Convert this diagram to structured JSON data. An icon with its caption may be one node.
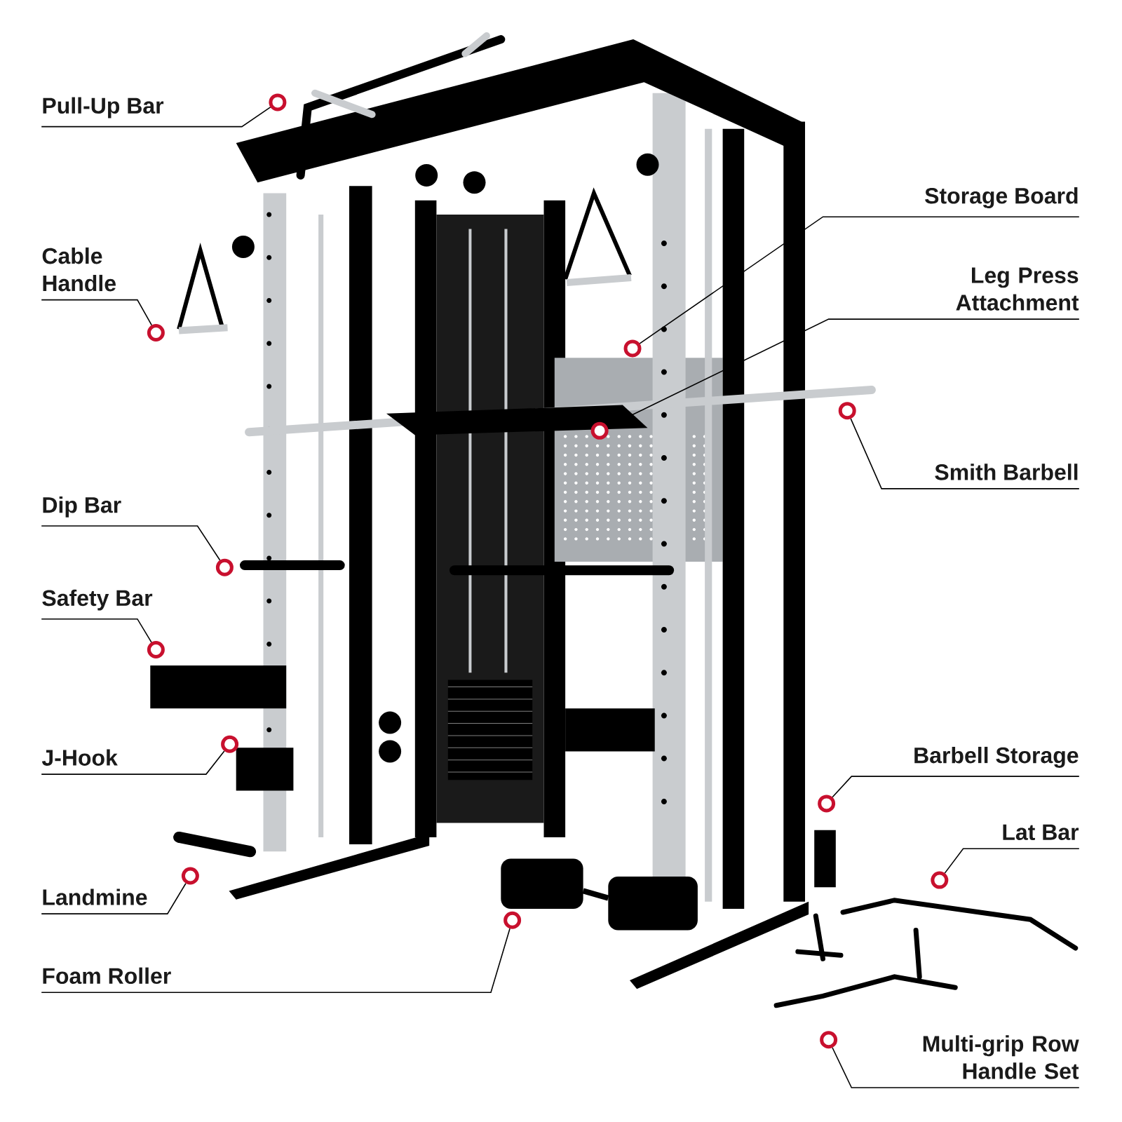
{
  "diagram": {
    "nodes": [
      {
        "text": [
          "Pull-Up Bar"
        ]
      },
      {
        "text": [
          "Storage Board"
        ]
      },
      {
        "text": [
          "Cable Handle"
        ]
      },
      {
        "text": [
          "Leg Press Attachment"
        ]
      },
      {
        "text": [
          "Smith Barbell"
        ]
      },
      {
        "text": [
          "Dip Bar"
        ]
      },
      {
        "text": [
          "Safety Bar"
        ]
      },
      {
        "text": [
          "J-Hook"
        ]
      },
      {
        "text": [
          "Barbell Storage"
        ]
      },
      {
        "text": [
          "Lat Bar"
        ]
      },
      {
        "text": [
          "Landmine"
        ]
      },
      {
        "text": [
          "Foam Roller"
        ]
      },
      {
        "text": [
          "Multi-grip Row Handle Set"
        ]
      },
      {
        "text": [],
        "shape": "circle"
      },
      {
        "text": [],
        "shape": "circle"
      },
      {
        "text": [],
        "shape": "circle"
      },
      {
        "text": [],
        "shape": "circle"
      },
      {
        "text": [],
        "shape": "circle"
      },
      {
        "text": [],
        "shape": "circle"
      },
      {
        "text": [],
        "shape": "circle"
      },
      {
        "text": [],
        "shape": "circle"
      },
      {
        "text": [],
        "shape": "circle"
      },
      {
        "text": [],
        "shape": "circle"
      },
      {
        "text": [],
        "shape": "circle"
      },
      {
        "text": [],
        "shape": "circle"
      },
      {
        "text": [],
        "shape": "circle"
      }
    ],
    "edges": [
      {
        "from": 0,
        "to": 13,
        "arrow": "none"
      },
      {
        "from": 1,
        "to": 14,
        "arrow": "none"
      },
      {
        "from": 2,
        "to": 15,
        "arrow": "none"
      },
      {
        "from": 3,
        "to": 16,
        "arrow": "none"
      },
      {
        "from": 4,
        "to": 17,
        "arrow": "none"
      },
      {
        "from": 5,
        "to": 18,
        "arrow": "none"
      },
      {
        "from": 6,
        "to": 19,
        "arrow": "none"
      },
      {
        "from": 7,
        "to": 20,
        "arrow": "none"
      },
      {
        "from": 8,
        "to": 21,
        "arrow": "none"
      },
      {
        "from": 9,
        "to": 22,
        "arrow": "none"
      },
      {
        "from": 10,
        "to": 23,
        "arrow": "none"
      },
      {
        "from": 11,
        "to": 24,
        "arrow": "none"
      },
      {
        "from": 12,
        "to": 25,
        "arrow": "none"
      }
    ]
  }
}
